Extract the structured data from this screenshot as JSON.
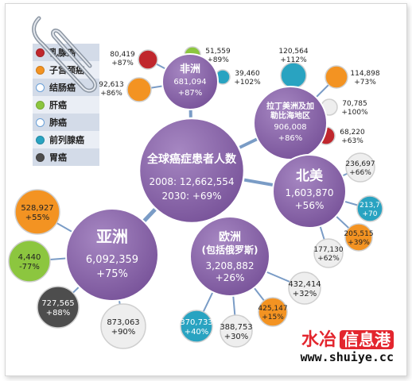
{
  "colors": {
    "center": "#8a64a9",
    "link": "#7a9cc6",
    "red": "#c0272d",
    "green": "#8cc63f",
    "teal": "#29a3c1",
    "orange": "#f39322",
    "white": "#eeeeee",
    "dark": "#4d4d4d"
  },
  "legend": {
    "items": [
      {
        "label": "乳腺癌",
        "color": "#c0272d"
      },
      {
        "label": "子宫颈癌",
        "color": "#f39322"
      },
      {
        "label": "结肠癌",
        "color": "#ffffff"
      },
      {
        "label": "肝癌",
        "color": "#8cc63f"
      },
      {
        "label": "肺癌",
        "color": "#ffffff"
      },
      {
        "label": "前列腺癌",
        "color": "#29a3c1"
      },
      {
        "label": "胃癌",
        "color": "#4d4d4d"
      }
    ]
  },
  "center": {
    "title": "全球癌症患者人数",
    "line1": "2008: 12,662,554",
    "line2": "2030: +69%"
  },
  "regions": [
    {
      "id": "africa",
      "name": "非洲",
      "value": "681,094",
      "change": "+87%",
      "cancers": [
        {
          "value": "80,419",
          "change": "+87%",
          "color": "#c0272d"
        },
        {
          "value": "51,559",
          "change": "+89%",
          "color": "#8cc63f"
        },
        {
          "value": "92,613",
          "change": "+86%",
          "color": "#f39322"
        },
        {
          "value": "39,460",
          "change": "+102%",
          "color": "#29a3c1"
        }
      ]
    },
    {
      "id": "latin",
      "name": "拉丁美洲及加勒比海地区",
      "value": "906,008",
      "change": "+86%",
      "cancers": [
        {
          "value": "120,564",
          "change": "+112%",
          "color": "#29a3c1"
        },
        {
          "value": "114,898",
          "change": "+73%",
          "color": "#f39322"
        },
        {
          "value": "70,785",
          "change": "+100%",
          "color": "#eeeeee"
        },
        {
          "value": "68,220",
          "change": "+63%",
          "color": "#c0272d"
        }
      ]
    },
    {
      "id": "northamerica",
      "name": "北美",
      "value": "1,603,870",
      "change": "+56%",
      "cancers": [
        {
          "value": "236,697",
          "change": "+66%",
          "color": "#eeeeee"
        },
        {
          "value": "213,7",
          "change": "+70",
          "color": "#29a3c1"
        },
        {
          "value": "205,515",
          "change": "+39%",
          "color": "#f39322"
        },
        {
          "value": "177,130",
          "change": "+62%",
          "color": "#eeeeee"
        }
      ]
    },
    {
      "id": "europe",
      "name": "欧洲",
      "subname": "(包括俄罗斯)",
      "value": "3,208,882",
      "change": "+26%",
      "cancers": [
        {
          "value": "432,414",
          "change": "+32%",
          "color": "#eeeeee"
        },
        {
          "value": "425,147",
          "change": "+15%",
          "color": "#f39322"
        },
        {
          "value": "388,753",
          "change": "+30%",
          "color": "#eeeeee"
        },
        {
          "value": "370,733",
          "change": "+40%",
          "color": "#29a3c1"
        }
      ]
    },
    {
      "id": "asia",
      "name": "亚洲",
      "value": "6,092,359",
      "change": "+75%",
      "cancers": [
        {
          "value": "528,927",
          "change": "+55%",
          "color": "#f39322"
        },
        {
          "value": "4,440",
          "change": "-77%",
          "color": "#8cc63f"
        },
        {
          "value": "727,565",
          "change": "+88%",
          "color": "#4d4d4d"
        },
        {
          "value": "873,063",
          "change": "+90%",
          "color": "#eeeeee"
        }
      ]
    }
  ],
  "watermark": {
    "brand": "水冶",
    "tag": "信息港",
    "url": "www.shuiye.cc"
  }
}
